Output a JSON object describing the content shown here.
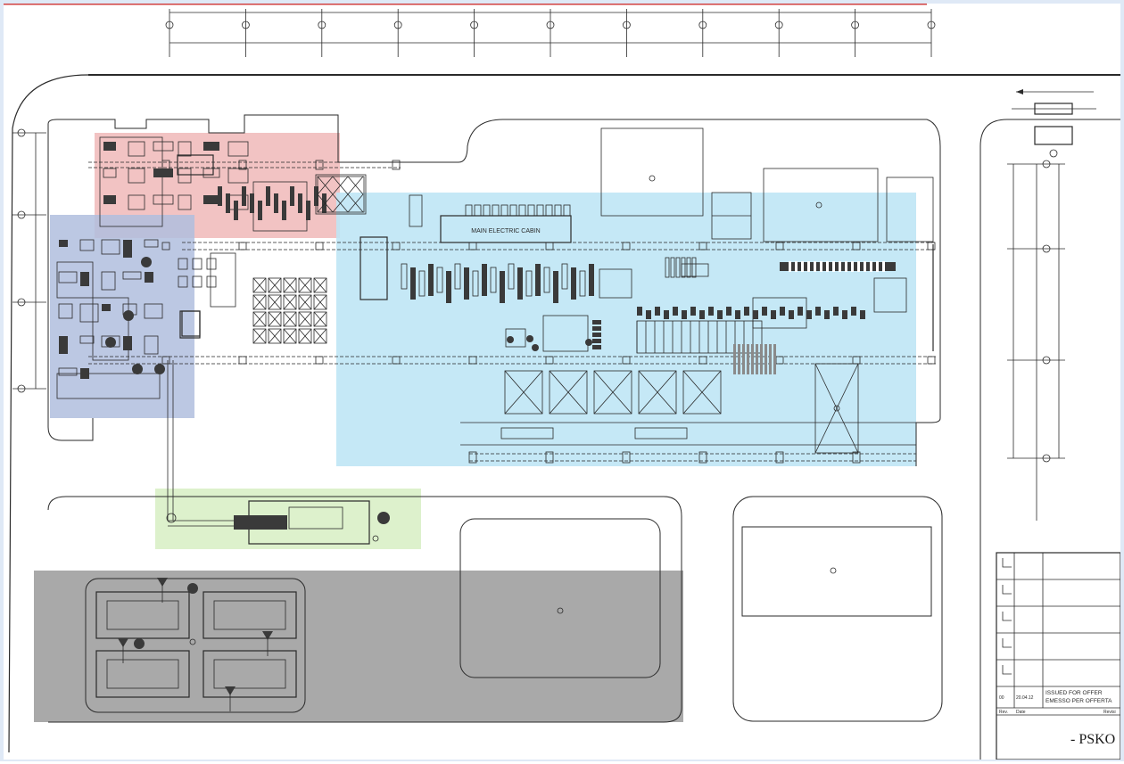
{
  "drawing": {
    "main_cabin_label": "MAIN ELECTRIC CABIN",
    "title_block": {
      "revision_row": {
        "rev": "00",
        "date": "20.04.12",
        "description_line1": "ISSUED FOR OFFER",
        "description_line2": "EMESSO PER OFFERTA"
      },
      "col_headers": [
        "Rev.",
        "Date",
        "Revisi"
      ],
      "project_code": "- PSKO"
    },
    "zones": [
      {
        "id": "zone-red",
        "color": "#f0b8b8"
      },
      {
        "id": "zone-blue",
        "color": "#b0bede"
      },
      {
        "id": "zone-cyan",
        "color": "#bfe6f5"
      },
      {
        "id": "zone-green",
        "color": "#d9efc7"
      },
      {
        "id": "zone-gray",
        "color": "#a9a9a9"
      }
    ]
  }
}
